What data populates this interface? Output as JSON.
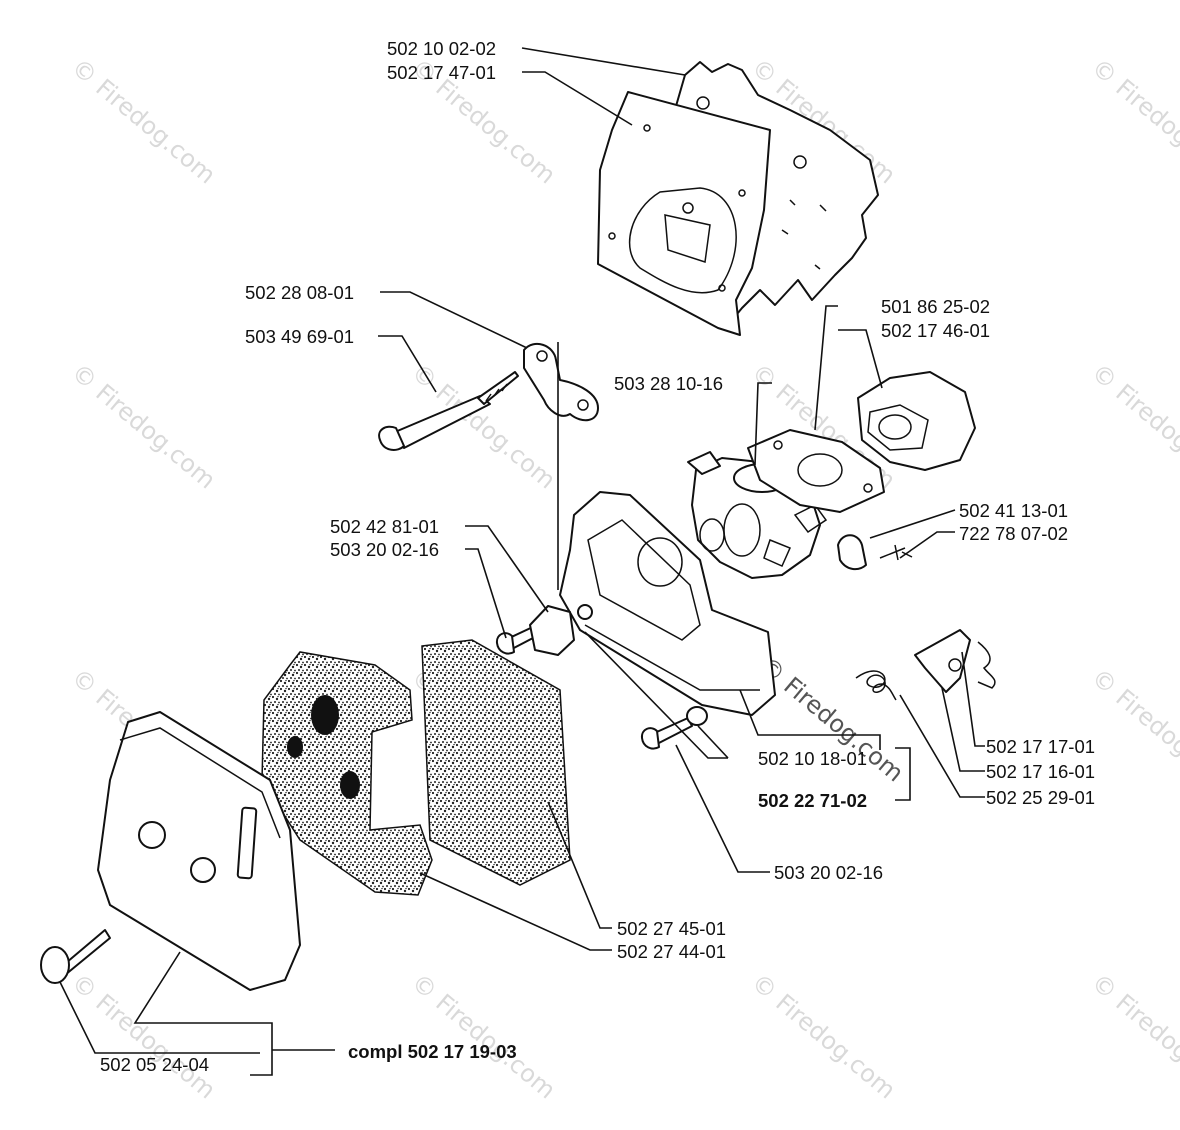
{
  "diagram": {
    "watermark_text": "© Firedog.com",
    "callouts": {
      "c1": "502 10 02-02",
      "c2": "502 17 47-01",
      "c3": "502 28 08-01",
      "c4": "503 49 69-01",
      "c5": "501 86 25-02",
      "c6": "502 17 46-01",
      "c7": "503 28 10-16",
      "c8": "502 41 13-01",
      "c9": "722 78 07-02",
      "c10": "502 42 81-01",
      "c11": "503 20 02-16",
      "c12": "502 10 18-01",
      "c13": "502 22 71-02",
      "c14": "502 17 17-01",
      "c15": "502 17 16-01",
      "c16": "502 25 29-01",
      "c17": "503 20 02-16",
      "c18": "502 27 45-01",
      "c19": "502 27 44-01",
      "c20": "502 05 24-04",
      "c21": "compl 502 17 19-03"
    }
  }
}
